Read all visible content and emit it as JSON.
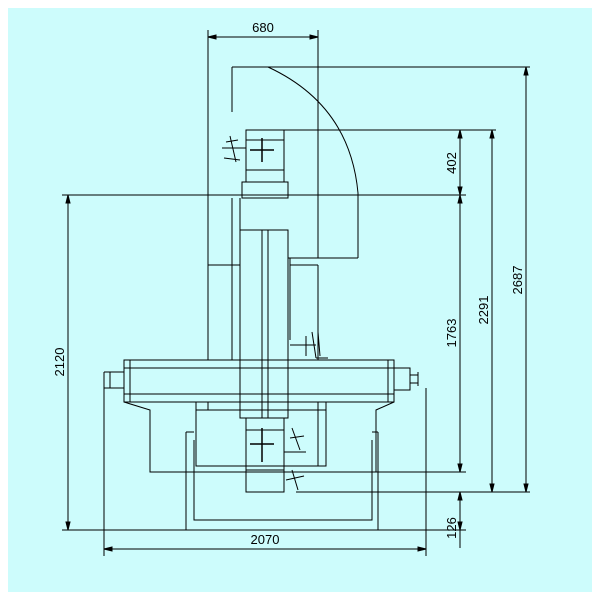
{
  "colors": {
    "background": "#ffffff",
    "sheet": "#cdfcfc",
    "line": "#000000",
    "dimension_line": "#000000"
  },
  "dimensions": {
    "top_width": "680",
    "dim_402": "402",
    "dim_1763": "1763",
    "dim_2291": "2291",
    "dim_2687": "2687",
    "dim_2120": "2120",
    "dim_126": "126",
    "bottom_width": "2070"
  }
}
